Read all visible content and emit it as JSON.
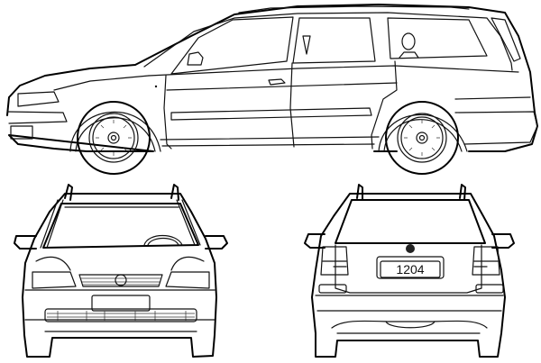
{
  "diagram": {
    "type": "vehicle-blueprint",
    "subject": "station wagon",
    "views": [
      {
        "name": "side",
        "label": ""
      },
      {
        "name": "front",
        "label": ""
      },
      {
        "name": "rear",
        "label": ""
      }
    ],
    "rear_plate": {
      "text": "1204"
    },
    "colors": {
      "background": "#ffffff",
      "line": "#111111"
    }
  }
}
